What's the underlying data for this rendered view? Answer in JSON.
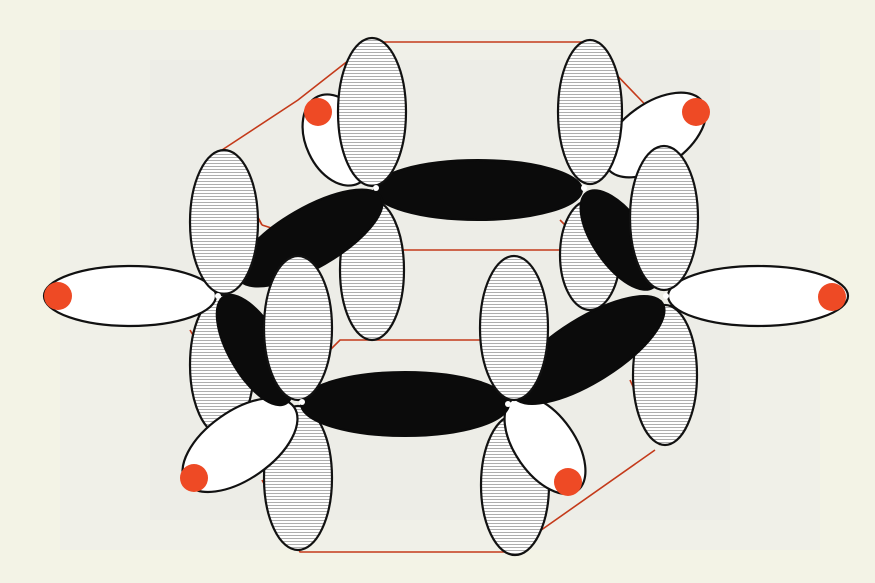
{
  "diagram": {
    "description_visible_text": "",
    "colors": {
      "background": "#f3f3e6",
      "bond_black": "#0b0b0b",
      "hatched_lobe": "#ffffff",
      "hydrogen_dot": "#ee4a25",
      "hexagon_edge": "#c43a1a"
    },
    "carbon_count": 6,
    "hydrogen_count": 6,
    "icon": "benzene-pi-orbital-diagram"
  }
}
